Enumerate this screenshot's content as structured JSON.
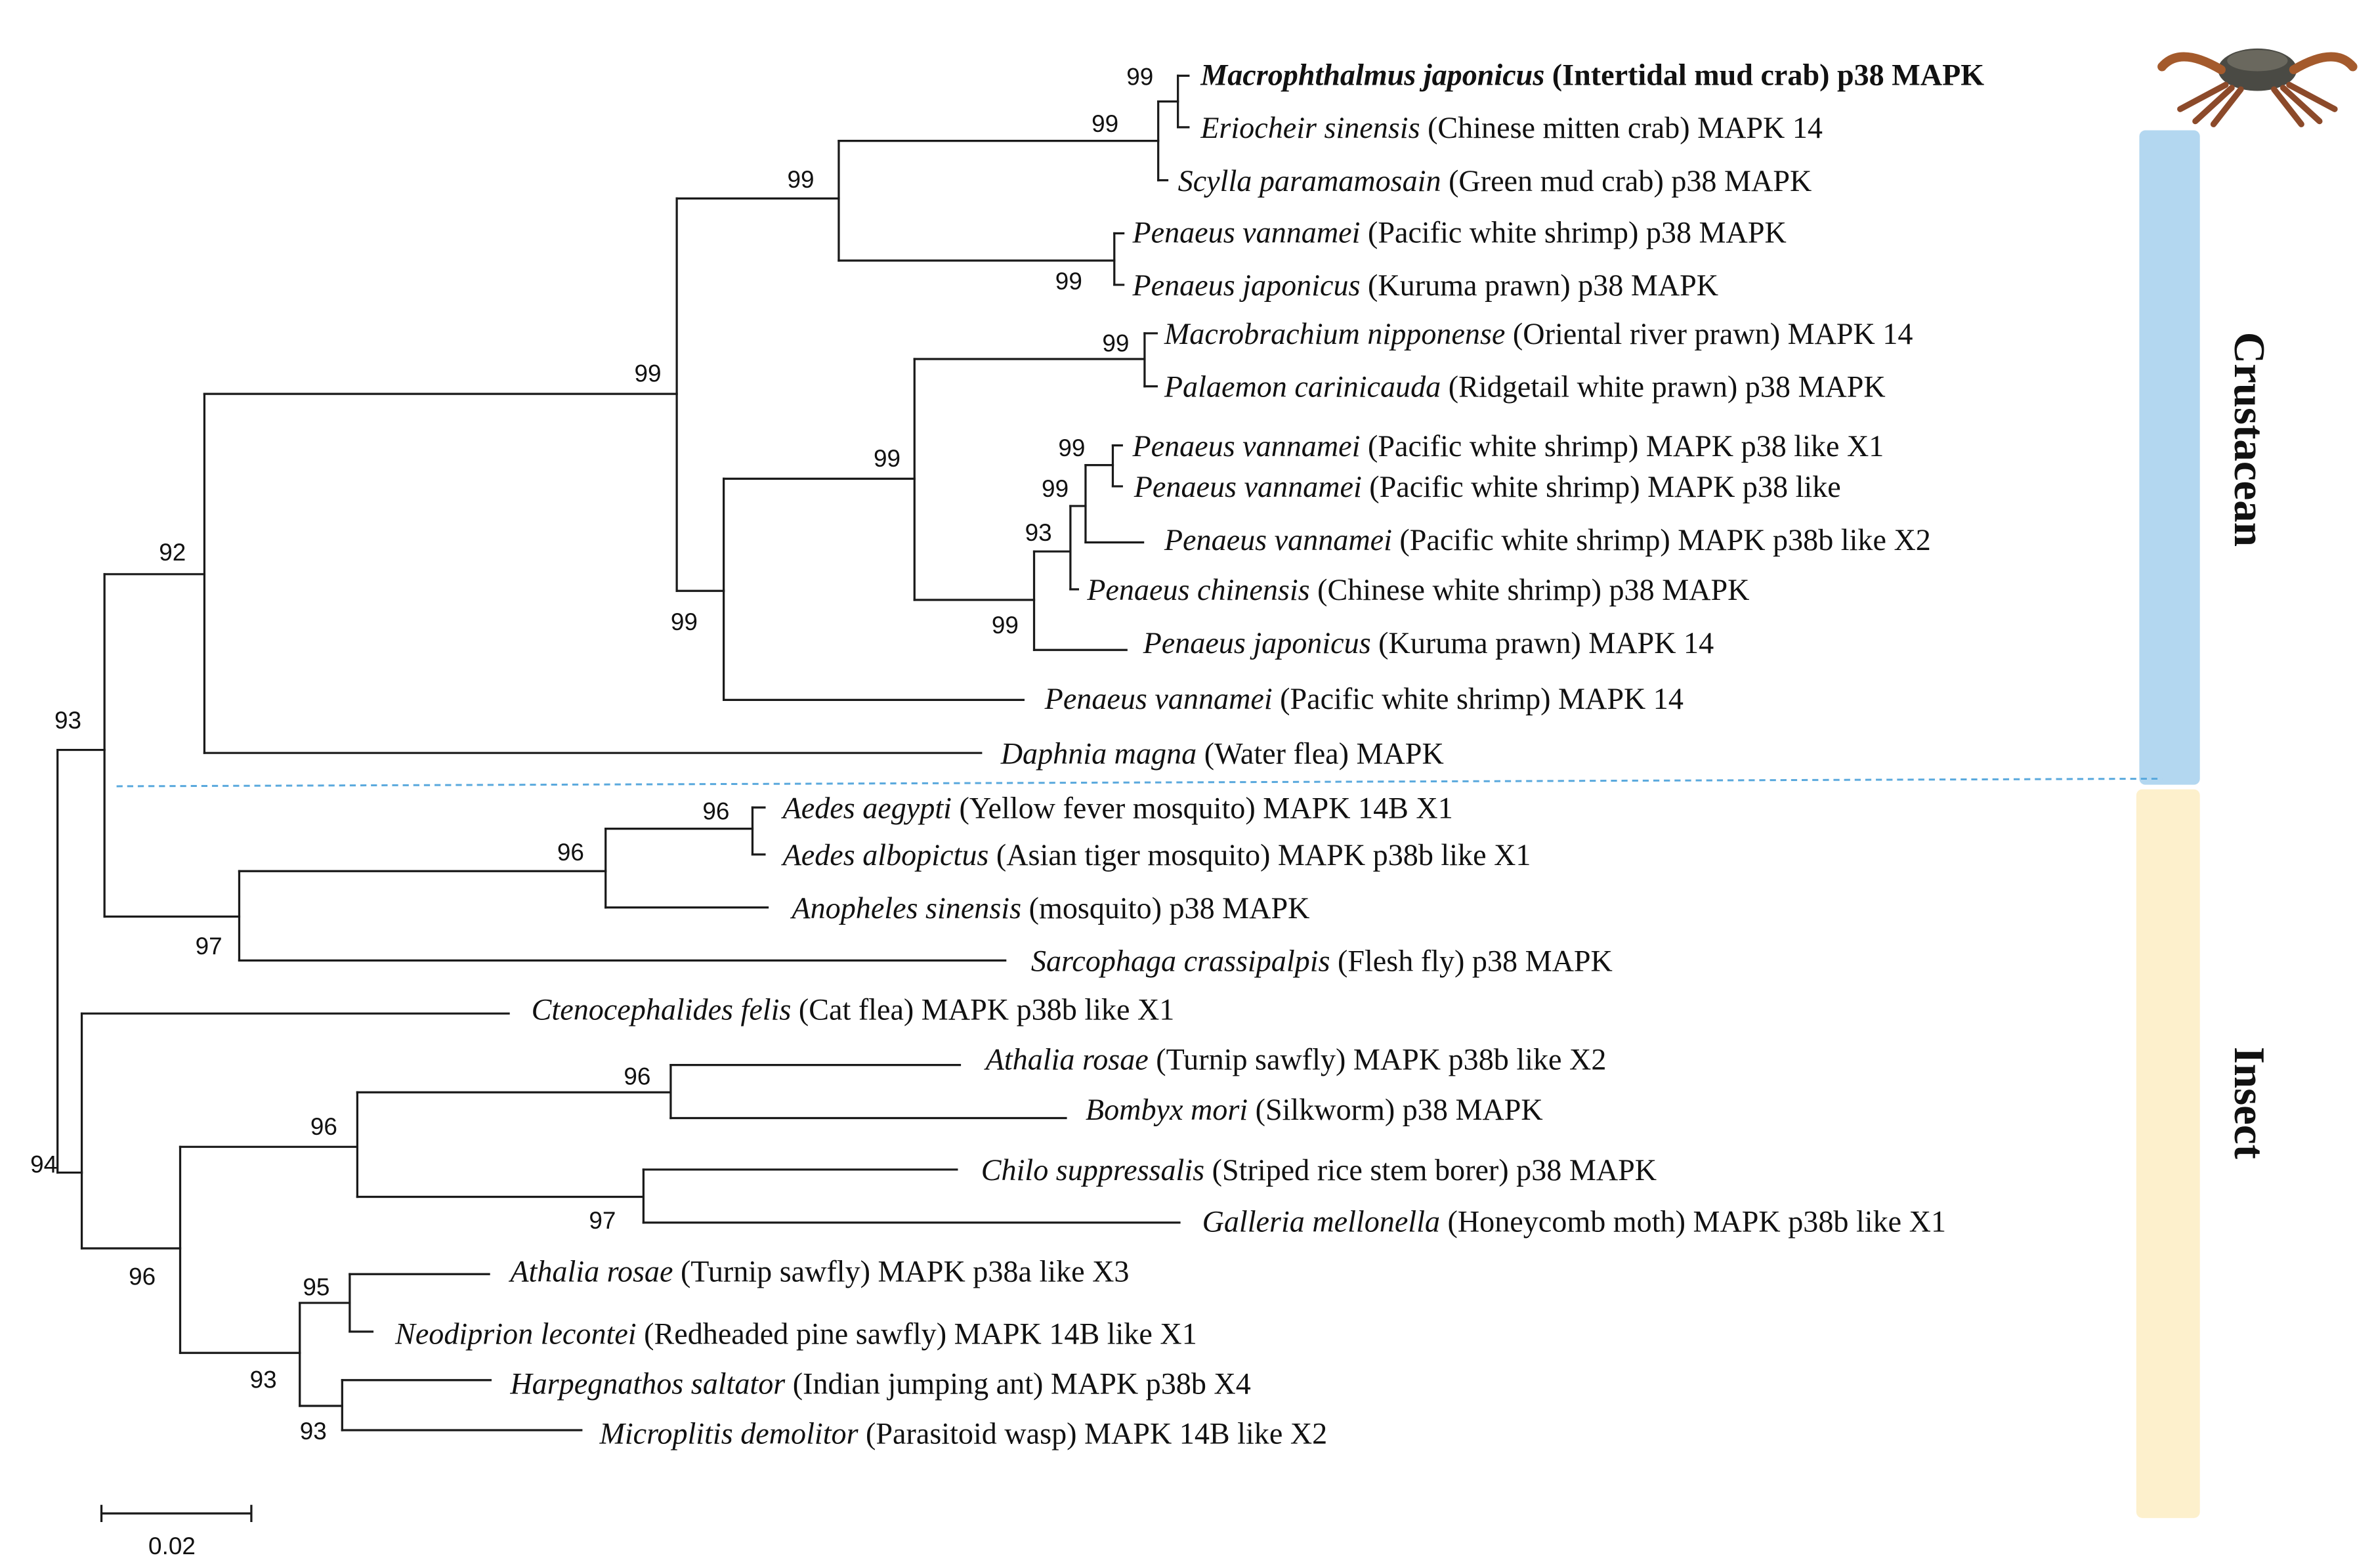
{
  "scale_bar": {
    "label": "0.02"
  },
  "groups": [
    {
      "id": "crustacean",
      "label": "Crustacean",
      "color": "#b3d7f0"
    },
    {
      "id": "insect",
      "label": "Insect",
      "color": "#fdf0cc"
    }
  ],
  "divider_color": "#5aa9dd",
  "leaves": [
    {
      "id": "l1",
      "species": "Macrophthalmus japonicus",
      "rest": " (Intertidal mud crab) p38 MAPK",
      "highlight": true
    },
    {
      "id": "l2",
      "species": "Eriocheir sinensis",
      "rest": " (Chinese mitten crab) MAPK 14"
    },
    {
      "id": "l3",
      "species": "Scylla paramamosain",
      "rest": " (Green mud crab) p38 MAPK"
    },
    {
      "id": "l4",
      "species": "Penaeus vannamei",
      "rest": " (Pacific white shrimp) p38 MAPK"
    },
    {
      "id": "l5",
      "species": "Penaeus japonicus",
      "rest": " (Kuruma prawn)  p38 MAPK"
    },
    {
      "id": "l6",
      "species": "Macrobrachium nipponense",
      "rest": " (Oriental river prawn)  MAPK 14"
    },
    {
      "id": "l7",
      "species": "Palaemon carinicauda",
      "rest": " (Ridgetail white prawn)  p38 MAPK"
    },
    {
      "id": "l8",
      "species": "Penaeus vannamei",
      "rest": " (Pacific white shrimp) MAPK p38 like X1"
    },
    {
      "id": "l9",
      "species": "Penaeus vannamei",
      "rest": " (Pacific white shrimp) MAPK p38 like"
    },
    {
      "id": "l10",
      "species": "Penaeus vannamei",
      "rest": " (Pacific white shrimp) MAPK p38b like X2"
    },
    {
      "id": "l11",
      "species": "Penaeus chinensis",
      "rest": " (Chinese white shrimp) p38 MAPK"
    },
    {
      "id": "l12",
      "species": "Penaeus japonicus",
      "rest": " (Kuruma prawn)  MAPK  14"
    },
    {
      "id": "l13",
      "species": "Penaeus vannamei",
      "rest": " (Pacific white shrimp) MAPK 14"
    },
    {
      "id": "l14",
      "species": "Daphnia magna",
      "rest": " (Water flea) MAPK"
    },
    {
      "id": "l15",
      "species": "Aedes aegypti",
      "rest": " (Yellow fever mosquito) MAPK 14B X1"
    },
    {
      "id": "l16",
      "species": "Aedes albopictus",
      "rest": " (Asian tiger mosquito) MAPK p38b like X1"
    },
    {
      "id": "l17",
      "species": "Anopheles sinensis",
      "rest": " (mosquito) p38 MAPK"
    },
    {
      "id": "l18",
      "species": "Sarcophaga crassipalpis",
      "rest": " (Flesh fly) p38 MAPK"
    },
    {
      "id": "l19",
      "species": "Ctenocephalides felis",
      "rest": " (Cat flea) MAPK p38b like X1"
    },
    {
      "id": "l20",
      "species": "Athalia rosae",
      "rest": " (Turnip sawfly)  MAPK p38b like X2"
    },
    {
      "id": "l21",
      "species": "Bombyx mori",
      "rest": " (Silkworm) p38 MAPK"
    },
    {
      "id": "l22",
      "species": "Chilo suppressalis",
      "rest": " (Striped rice stem borer) p38 MAPK"
    },
    {
      "id": "l23",
      "species": "Galleria mellonella",
      "rest": " (Honeycomb moth) MAPK p38b like X1"
    },
    {
      "id": "l24",
      "species": "Athalia rosae",
      "rest": " (Turnip sawfly)  MAPK p38a like X3"
    },
    {
      "id": "l25",
      "species": "Neodiprion lecontei",
      "rest": " (Redheaded pine sawfly)  MAPK 14B like X1"
    },
    {
      "id": "l26",
      "species": "Harpegnathos saltator",
      "rest": " (Indian jumping  ant)  MAPK p38b X4"
    },
    {
      "id": "l27",
      "species": "Microplitis demolitor",
      "rest": " (Parasitoid wasp)  MAPK 14B like X2"
    }
  ],
  "support": [
    {
      "id": "s1",
      "value": "99"
    },
    {
      "id": "s2",
      "value": "99"
    },
    {
      "id": "s3",
      "value": "99"
    },
    {
      "id": "s4",
      "value": "99"
    },
    {
      "id": "s5",
      "value": "99"
    },
    {
      "id": "s6",
      "value": "99"
    },
    {
      "id": "s7",
      "value": "99"
    },
    {
      "id": "s8",
      "value": "99"
    },
    {
      "id": "s9",
      "value": "99"
    },
    {
      "id": "s10",
      "value": "93"
    },
    {
      "id": "s11",
      "value": "99"
    },
    {
      "id": "s12",
      "value": "99"
    },
    {
      "id": "s13",
      "value": "92"
    },
    {
      "id": "s14",
      "value": "93"
    },
    {
      "id": "s15",
      "value": "96"
    },
    {
      "id": "s16",
      "value": "96"
    },
    {
      "id": "s17",
      "value": "97"
    },
    {
      "id": "s18",
      "value": "94"
    },
    {
      "id": "s19",
      "value": "96"
    },
    {
      "id": "s20",
      "value": "96"
    },
    {
      "id": "s21",
      "value": "97"
    },
    {
      "id": "s22",
      "value": "96"
    },
    {
      "id": "s23",
      "value": "95"
    },
    {
      "id": "s24",
      "value": "93"
    },
    {
      "id": "s25",
      "value": "93"
    }
  ]
}
